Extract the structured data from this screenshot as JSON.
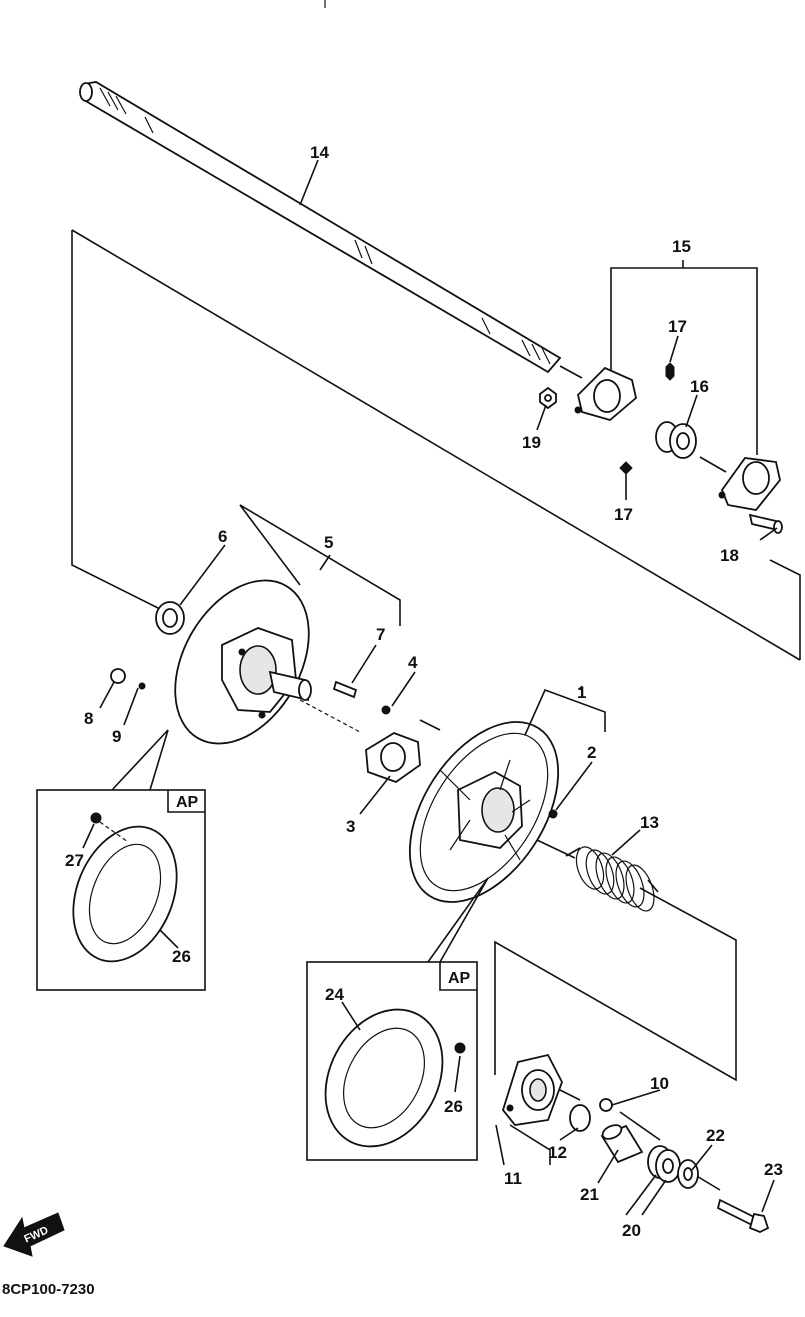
{
  "callouts": {
    "c1": "1",
    "c2": "2",
    "c3": "3",
    "c4": "4",
    "c5": "5",
    "c6": "6",
    "c7": "7",
    "c8": "8",
    "c9": "9",
    "c10": "10",
    "c11": "11",
    "c12": "12",
    "c13": "13",
    "c14": "14",
    "c15": "15",
    "c16": "16",
    "c17a": "17",
    "c17b": "17",
    "c18": "18",
    "c19": "19",
    "c20": "20",
    "c21": "21",
    "c22": "22",
    "c23": "23",
    "c24": "24",
    "c25": "26",
    "c26a": "26",
    "c27": "27"
  },
  "inset_tags": {
    "left": "AP",
    "right": "AP"
  },
  "direction_arrow": {
    "label": "FWD",
    "icon": "fwd-arrow-icon"
  },
  "figure_code": "8CP100-7230"
}
